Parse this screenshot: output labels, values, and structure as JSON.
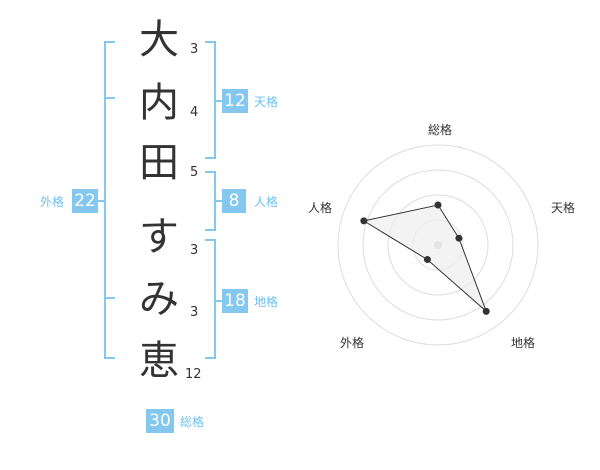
{
  "name": {
    "characters": [
      {
        "char": "大",
        "strokes": "3"
      },
      {
        "char": "内",
        "strokes": "4"
      },
      {
        "char": "田",
        "strokes": "5"
      },
      {
        "char": "す",
        "strokes": "3"
      },
      {
        "char": "み",
        "strokes": "3"
      },
      {
        "char": "恵",
        "strokes": "12"
      }
    ]
  },
  "fortune": {
    "tenkaku": {
      "label": "天格",
      "value": "12"
    },
    "jinkaku": {
      "label": "人格",
      "value": "8"
    },
    "chikaku": {
      "label": "地格",
      "value": "18"
    },
    "gaikaku": {
      "label": "外格",
      "value": "22"
    },
    "soukaku": {
      "label": "総格",
      "value": "30"
    }
  },
  "chart_data": {
    "type": "radar",
    "axes": [
      "総格",
      "天格",
      "地格",
      "外格",
      "人格"
    ],
    "values": [
      0.4,
      0.22,
      0.82,
      0.18,
      0.78
    ],
    "range": [
      0,
      1
    ],
    "rings": 4,
    "colors": {
      "fill": "#eeeeee",
      "stroke": "#333333",
      "ring": "#dddddd",
      "center": "#cccccc"
    }
  },
  "colors": {
    "accent": "#84c8f0",
    "bracket": "#84c8f0",
    "text": "#333333"
  }
}
